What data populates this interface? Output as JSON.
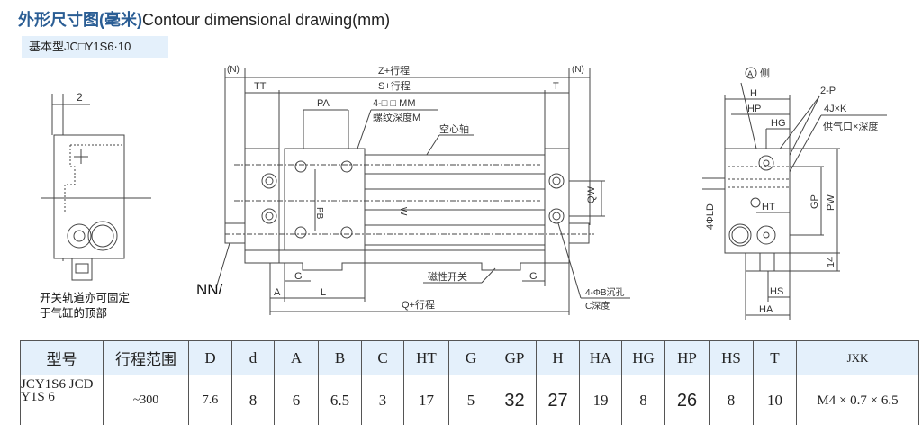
{
  "header": {
    "title_cn": "外形尺寸图(毫米)",
    "title_en": "Contour dimensional drawing(mm)",
    "subtitle": "基本型JC□Y1S6·10"
  },
  "drawings": {
    "left_view": {
      "dim_2": "2",
      "note_line1": "开关轨道亦可固定",
      "note_line2": "于气缸的顶部"
    },
    "front_view": {
      "n_left": "(N)",
      "n_right": "(N)",
      "z_stroke": "Z+行程",
      "s_stroke": "S+行程",
      "tt": "TT",
      "t": "T",
      "pa": "PA",
      "pb": "PB",
      "mm_holes": "4-□ □ MM",
      "thread_depth": "螺纹深度M",
      "hollow_shaft": "空心轴",
      "qw_inner": "W",
      "qw": "QW",
      "g_left": "G",
      "g_right": "G",
      "a": "A",
      "l": "L",
      "magnetic_switch": "磁性开关",
      "q_stroke": "Q+行程",
      "counterbore": "4-ΦB沉孔",
      "c_depth": "C深度",
      "nn": "NN/"
    },
    "side_view": {
      "a_side": "A",
      "a_side_suffix": "侧",
      "h": "H",
      "hp": "HP",
      "hg": "HG",
      "p2": "2-P",
      "jk": "4J×K",
      "supply_port": "供气口×深度",
      "ld": "4ΦLD",
      "ht": "HT",
      "gp": "GP",
      "pw": "PW",
      "dim_14": "14",
      "hs": "HS",
      "ha": "HA"
    }
  },
  "table": {
    "headers": [
      "型号",
      "行程范围",
      "D",
      "d",
      "A",
      "B",
      "C",
      "HT",
      "G",
      "GP",
      "H",
      "HA",
      "HG",
      "HP",
      "HS",
      "T",
      "JXK"
    ],
    "rows": [
      [
        "JCY1S6 JCDY1S 6",
        "~300",
        "7.6",
        "8",
        "6",
        "6.5",
        "3",
        "17",
        "5",
        "32",
        "27",
        "19",
        "8",
        "26",
        "8",
        "10",
        "M4 × 0.7 × 6.5"
      ]
    ]
  }
}
